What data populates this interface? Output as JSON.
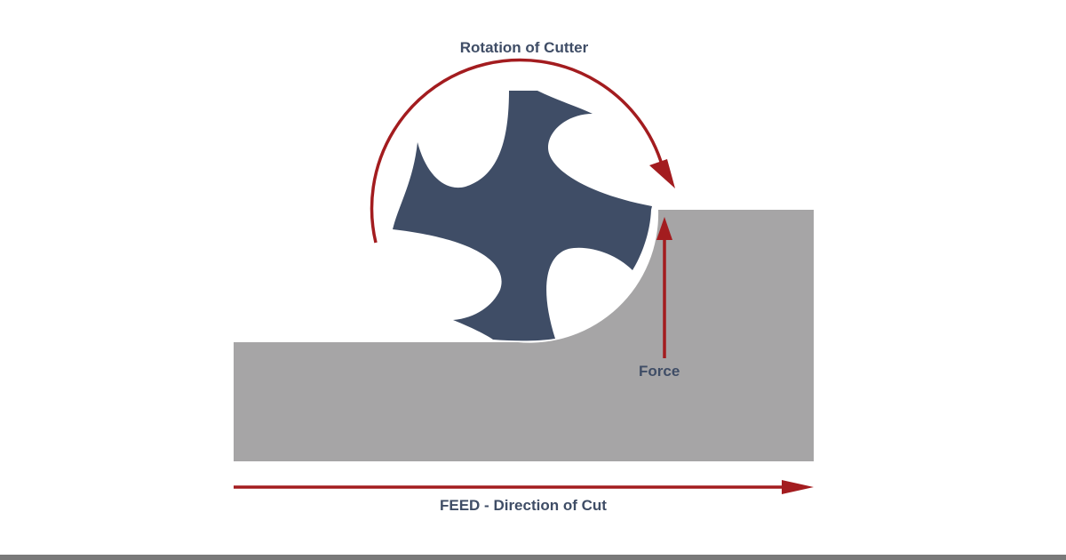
{
  "diagram": {
    "rotation_label": "Rotation of Cutter",
    "force_label": "Force",
    "feed_label": "FEED - Direction of Cut"
  },
  "colors": {
    "cutter": "#3f4d66",
    "workpiece": "#a6a5a6",
    "arrow": "#a31c1f",
    "text": "#3f4d66"
  }
}
